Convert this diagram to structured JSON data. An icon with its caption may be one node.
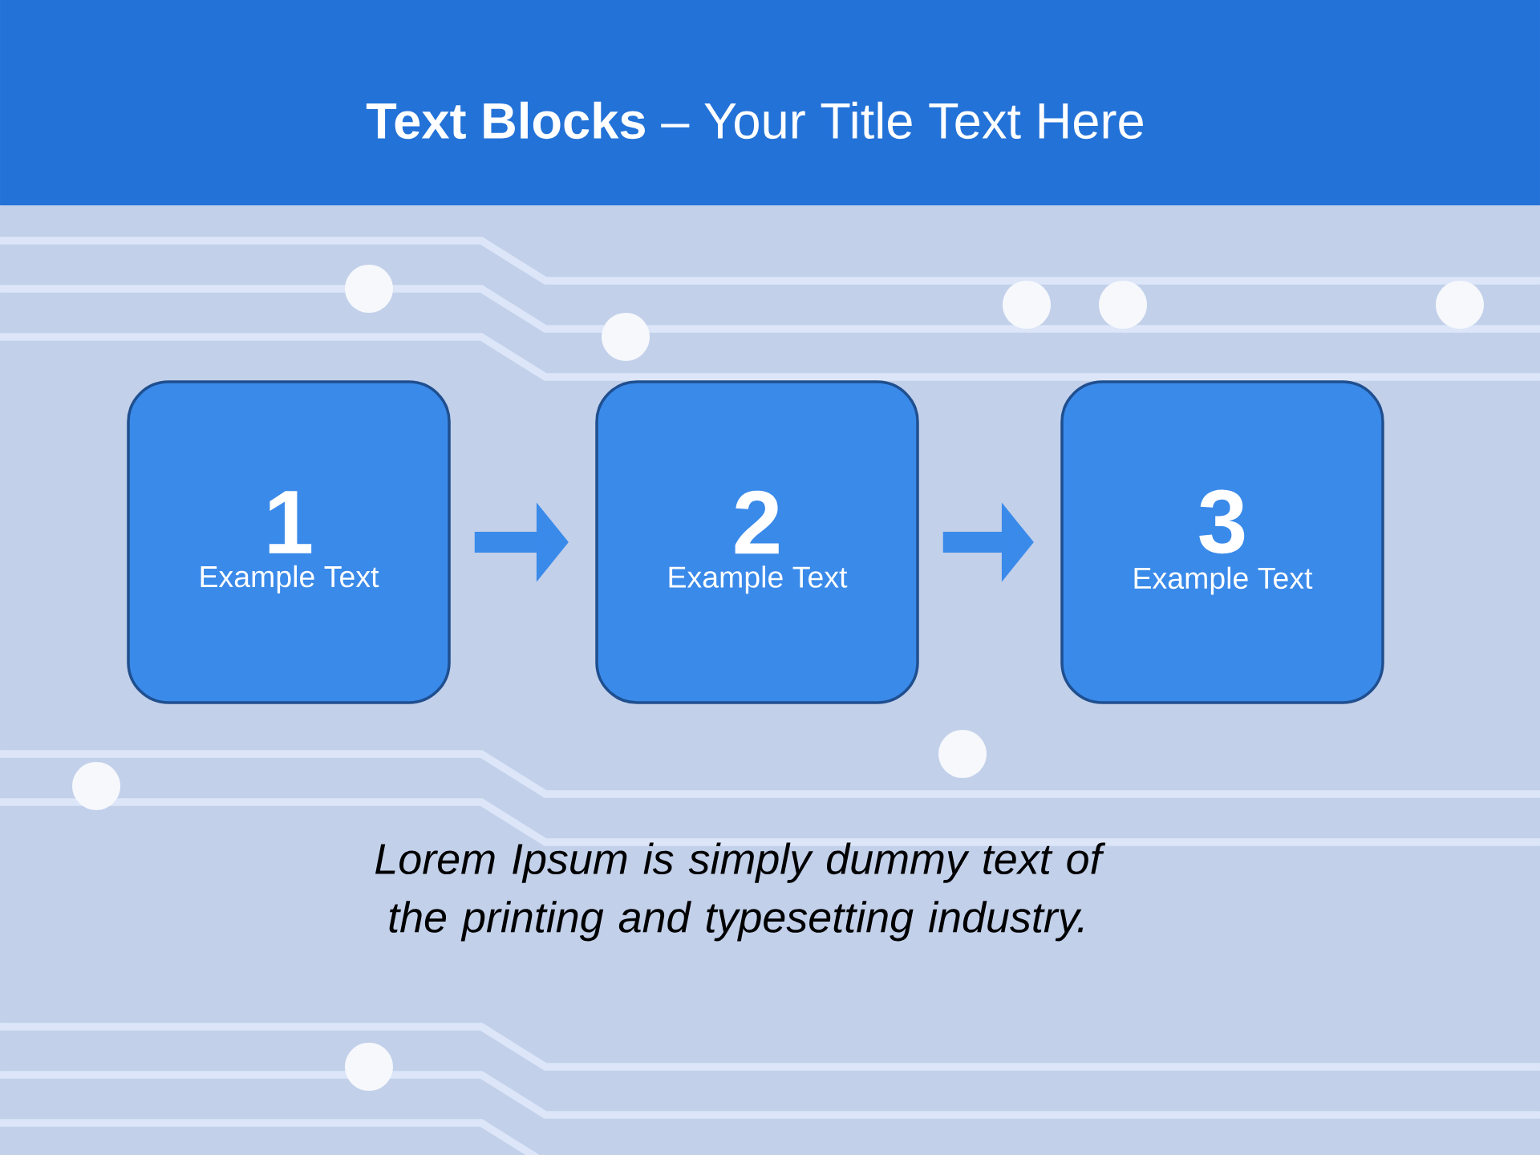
{
  "diagram": {
    "title": "**Text Blocks** – Your Title Text Here",
    "nodes": [
      {
        "text": [
          "1",
          "Example Text"
        ]
      },
      {
        "text": [
          "2",
          "Example Text"
        ]
      },
      {
        "text": [
          "3",
          "Example Text"
        ]
      }
    ],
    "edges": [
      {
        "from": 0,
        "to": 1,
        "arrow": "to"
      },
      {
        "from": 1,
        "to": 2,
        "arrow": "to"
      }
    ],
    "labels": [
      "Lorem Ipsum is simply dummy text of the printing and typesetting industry."
    ]
  }
}
